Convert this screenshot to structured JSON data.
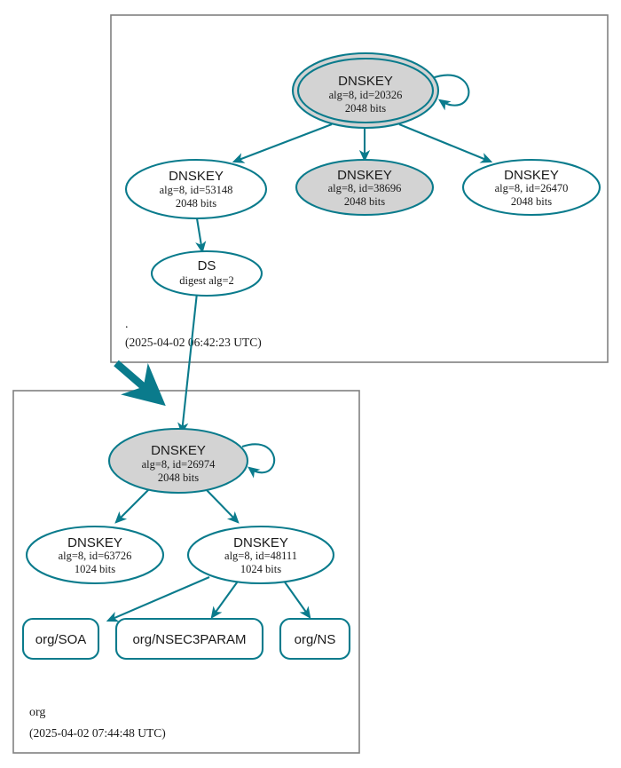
{
  "diagram": {
    "type": "dnssec-authentication-chain",
    "colors": {
      "edge": "#0a7b8c",
      "node_stroke": "#0a7b8c",
      "secure_fill": "#d3d3d3",
      "insecure_fill": "#ffffff",
      "zone_border": "#808080",
      "text": "#1a1a1a"
    }
  },
  "zones": [
    {
      "id": "root",
      "label": ".",
      "timestamp": "(2025-04-02 06:42:23 UTC)",
      "nodes": [
        {
          "id": "root-ksk-20326",
          "kind": "DNSKEY",
          "title": "DNSKEY",
          "line2": "alg=8, id=20326",
          "line3": "2048 bits",
          "shape": "double-ellipse",
          "fill": "shaded",
          "self_signed": true
        },
        {
          "id": "root-zsk-53148",
          "kind": "DNSKEY",
          "title": "DNSKEY",
          "line2": "alg=8, id=53148",
          "line3": "2048 bits",
          "shape": "ellipse",
          "fill": "plain",
          "self_signed": false
        },
        {
          "id": "root-zsk-38696",
          "kind": "DNSKEY",
          "title": "DNSKEY",
          "line2": "alg=8, id=38696",
          "line3": "2048 bits",
          "shape": "ellipse",
          "fill": "shaded",
          "self_signed": false
        },
        {
          "id": "root-zsk-26470",
          "kind": "DNSKEY",
          "title": "DNSKEY",
          "line2": "alg=8, id=26470",
          "line3": "2048 bits",
          "shape": "ellipse",
          "fill": "plain",
          "self_signed": false
        },
        {
          "id": "root-ds",
          "kind": "DS",
          "title": "DS",
          "line2": "digest alg=2",
          "line3": "",
          "shape": "ellipse",
          "fill": "plain",
          "self_signed": false
        }
      ]
    },
    {
      "id": "org",
      "label": "org",
      "timestamp": "(2025-04-02 07:44:48 UTC)",
      "nodes": [
        {
          "id": "org-ksk-26974",
          "kind": "DNSKEY",
          "title": "DNSKEY",
          "line2": "alg=8, id=26974",
          "line3": "2048 bits",
          "shape": "ellipse",
          "fill": "shaded",
          "self_signed": true
        },
        {
          "id": "org-zsk-63726",
          "kind": "DNSKEY",
          "title": "DNSKEY",
          "line2": "alg=8, id=63726",
          "line3": "1024 bits",
          "shape": "ellipse",
          "fill": "plain",
          "self_signed": false
        },
        {
          "id": "org-zsk-48111",
          "kind": "DNSKEY",
          "title": "DNSKEY",
          "line2": "alg=8, id=48111",
          "line3": "1024 bits",
          "shape": "ellipse",
          "fill": "plain",
          "self_signed": false
        }
      ],
      "rrsets": [
        {
          "id": "org-soa",
          "label": "org/SOA"
        },
        {
          "id": "org-nsec3param",
          "label": "org/NSEC3PARAM"
        },
        {
          "id": "org-ns",
          "label": "org/NS"
        }
      ]
    }
  ],
  "edges": [
    {
      "from": "root-ksk-20326",
      "to": "root-ksk-20326",
      "kind": "self-sign"
    },
    {
      "from": "root-ksk-20326",
      "to": "root-zsk-53148",
      "kind": "sign"
    },
    {
      "from": "root-ksk-20326",
      "to": "root-zsk-38696",
      "kind": "sign"
    },
    {
      "from": "root-ksk-20326",
      "to": "root-zsk-26470",
      "kind": "sign"
    },
    {
      "from": "root-zsk-53148",
      "to": "root-ds",
      "kind": "sign"
    },
    {
      "from": "root-ds",
      "to": "org-ksk-26974",
      "kind": "delegation"
    },
    {
      "from": "org-ksk-26974",
      "to": "org-ksk-26974",
      "kind": "self-sign"
    },
    {
      "from": "org-ksk-26974",
      "to": "org-zsk-63726",
      "kind": "sign"
    },
    {
      "from": "org-ksk-26974",
      "to": "org-zsk-48111",
      "kind": "sign"
    },
    {
      "from": "org-zsk-48111",
      "to": "org-soa",
      "kind": "sign"
    },
    {
      "from": "org-zsk-48111",
      "to": "org-nsec3param",
      "kind": "sign"
    },
    {
      "from": "org-zsk-48111",
      "to": "org-ns",
      "kind": "sign"
    },
    {
      "from": "root",
      "to": "org",
      "kind": "zone-delegation-thick"
    }
  ]
}
